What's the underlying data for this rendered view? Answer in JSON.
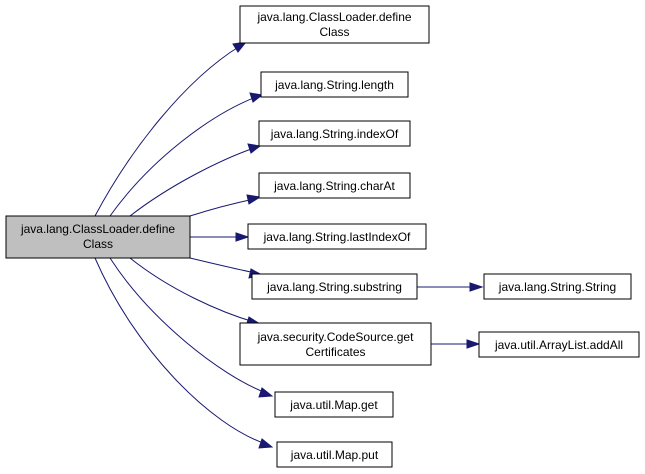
{
  "graph": {
    "nodes": {
      "root": [
        "java.lang.ClassLoader.define",
        "Class"
      ],
      "n_define": [
        "java.lang.ClassLoader.define",
        "Class"
      ],
      "n_length": [
        "java.lang.String.length"
      ],
      "n_indexof": [
        "java.lang.String.indexOf"
      ],
      "n_charat": [
        "java.lang.String.charAt"
      ],
      "n_lastindexof": [
        "java.lang.String.lastIndexOf"
      ],
      "n_substring": [
        "java.lang.String.substring"
      ],
      "n_string": [
        "java.lang.String.String"
      ],
      "n_certs": [
        "java.security.CodeSource.get",
        "Certificates"
      ],
      "n_addall": [
        "java.util.ArrayList.addAll"
      ],
      "n_mapget": [
        "java.util.Map.get"
      ],
      "n_mapput": [
        "java.util.Map.put"
      ]
    },
    "edges": [
      [
        "root",
        "n_define"
      ],
      [
        "root",
        "n_length"
      ],
      [
        "root",
        "n_indexof"
      ],
      [
        "root",
        "n_charat"
      ],
      [
        "root",
        "n_lastindexof"
      ],
      [
        "root",
        "n_substring"
      ],
      [
        "root",
        "n_certs"
      ],
      [
        "root",
        "n_mapget"
      ],
      [
        "root",
        "n_mapput"
      ],
      [
        "n_substring",
        "n_string"
      ],
      [
        "n_certs",
        "n_addall"
      ]
    ],
    "colors": {
      "edge": "#191970",
      "root_fill": "#bfbfbf",
      "node_fill": "#ffffff",
      "border": "#000000"
    }
  }
}
